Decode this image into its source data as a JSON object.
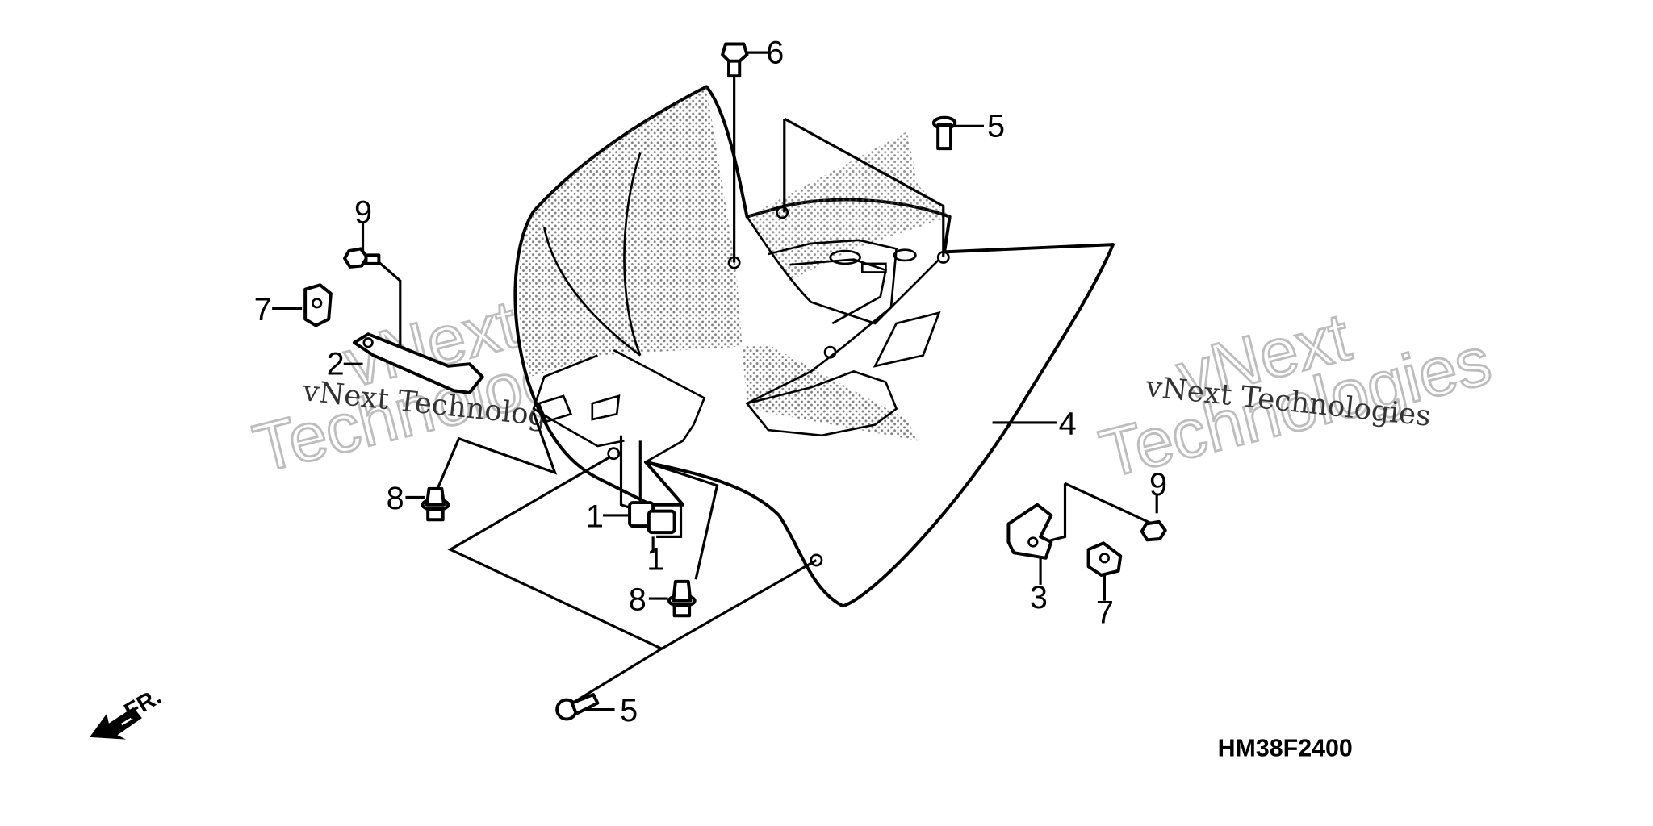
{
  "diagram_code": "HM38F2400",
  "direction_label": "FR.",
  "watermark": {
    "line1": "vNext",
    "line2": "Technologies",
    "small": "vNext Technologies"
  },
  "callouts": {
    "c1a": "1",
    "c1b": "1",
    "c2": "2",
    "c3": "3",
    "c4": "4",
    "c5a": "5",
    "c5b": "5",
    "c6": "6",
    "c7a": "7",
    "c7b": "7",
    "c8a": "8",
    "c8b": "8",
    "c9a": "9",
    "c9b": "9"
  },
  "colors": {
    "ink": "#000000",
    "watermark": "#bdbdbd",
    "paper": "#ffffff"
  }
}
